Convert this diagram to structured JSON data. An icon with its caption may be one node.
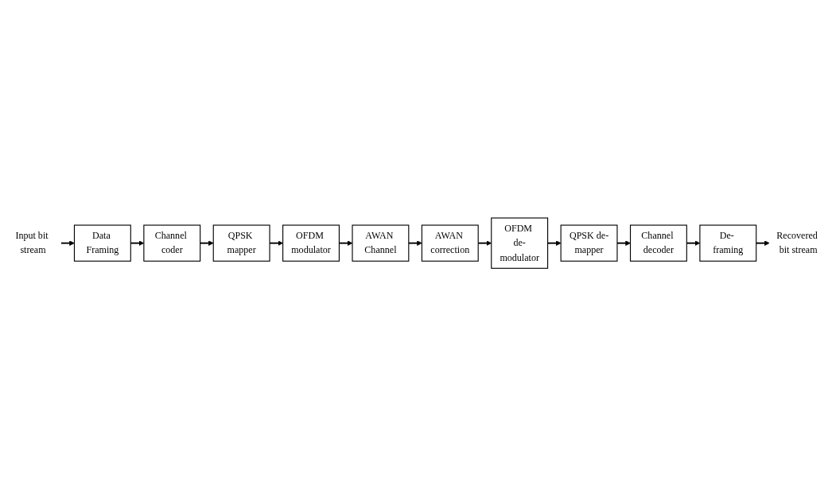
{
  "diagram": {
    "nodes": [
      {
        "text": [
          "Input bit stream"
        ]
      },
      {
        "text": [
          "Data Framing"
        ]
      },
      {
        "text": [
          "Channel coder"
        ]
      },
      {
        "text": [
          "QPSK mapper"
        ]
      },
      {
        "text": [
          "OFDM modulator"
        ]
      },
      {
        "text": [
          "AWAN Channel"
        ]
      },
      {
        "text": [
          "AWAN correction"
        ]
      },
      {
        "text": [
          "OFDM de-modulator"
        ]
      },
      {
        "text": [
          "QPSK de-mapper"
        ]
      },
      {
        "text": [
          "Channel decoder"
        ]
      },
      {
        "text": [
          "De- framing"
        ]
      },
      {
        "text": [
          "Recovered bit stream"
        ]
      }
    ],
    "edges": [
      {
        "from": 0,
        "to": 1,
        "arrow": "to"
      },
      {
        "from": 1,
        "to": 2,
        "arrow": "to"
      },
      {
        "from": 2,
        "to": 3,
        "arrow": "to"
      },
      {
        "from": 3,
        "to": 4,
        "arrow": "to"
      },
      {
        "from": 4,
        "to": 5,
        "arrow": "to"
      },
      {
        "from": 5,
        "to": 6,
        "arrow": "to"
      },
      {
        "from": 6,
        "to": 7,
        "arrow": "to"
      },
      {
        "from": 7,
        "to": 8,
        "arrow": "to"
      },
      {
        "from": 8,
        "to": 9,
        "arrow": "to"
      },
      {
        "from": 9,
        "to": 10,
        "arrow": "to"
      },
      {
        "from": 10,
        "to": 11,
        "arrow": "to"
      }
    ]
  }
}
